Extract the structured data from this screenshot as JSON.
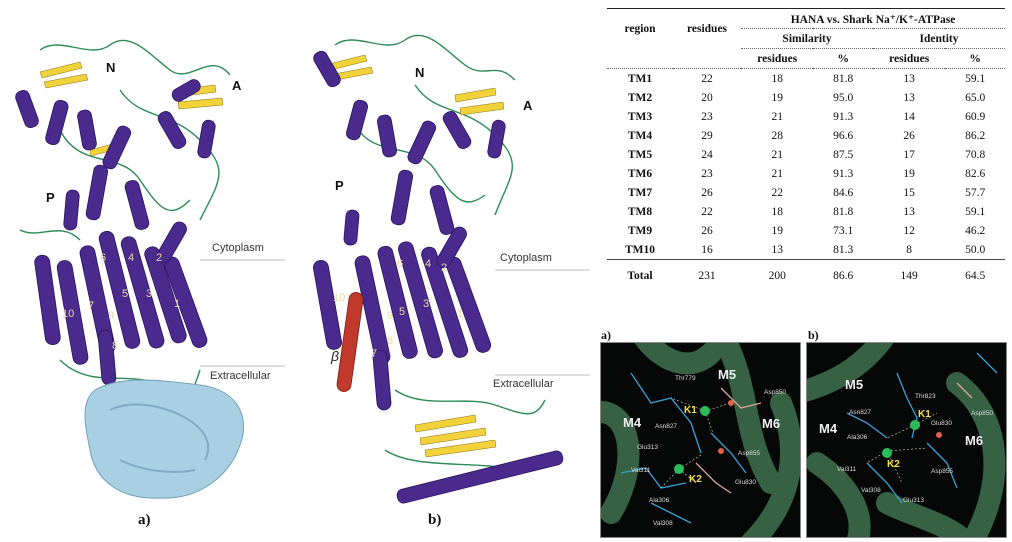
{
  "figure_left": {
    "panel_a": {
      "caption": "a)",
      "domain_labels": {
        "n": "N",
        "a": "A",
        "p": "P"
      },
      "region_labels": {
        "cytoplasm": "Cytoplasm",
        "extracellular": "Extracellular"
      },
      "tm_numbers": [
        "6",
        "4",
        "2",
        "5",
        "3",
        "1",
        "7",
        "9",
        "10",
        "8"
      ]
    },
    "panel_b": {
      "caption": "b)",
      "domain_labels": {
        "n": "N",
        "a": "A",
        "p": "P"
      },
      "region_labels": {
        "cytoplasm": "Cytoplasm",
        "extracellular": "Extracellular"
      },
      "beta_label": "β",
      "tm_numbers": [
        "6",
        "4",
        "2",
        "10",
        "5",
        "3",
        "1",
        "9",
        "7",
        "8"
      ]
    },
    "colors": {
      "helix": "#4a2a8c",
      "sheet": "#f2d23a",
      "loop": "#2e8b57",
      "surface": "#a9cfe3",
      "beta": "#c0392b"
    }
  },
  "table": {
    "title": "HANA vs. Shark Na⁺/K⁺-ATPase",
    "col_region": "region",
    "col_residues": "residues",
    "group_similarity": "Similarity",
    "group_identity": "Identity",
    "sub_residues": "residues",
    "sub_percent": "%",
    "rows": [
      {
        "region": "TM1",
        "residues": "22",
        "sim_res": "18",
        "sim_pct": "81.8",
        "id_res": "13",
        "id_pct": "59.1"
      },
      {
        "region": "TM2",
        "residues": "20",
        "sim_res": "19",
        "sim_pct": "95.0",
        "id_res": "13",
        "id_pct": "65.0"
      },
      {
        "region": "TM3",
        "residues": "23",
        "sim_res": "21",
        "sim_pct": "91.3",
        "id_res": "14",
        "id_pct": "60.9"
      },
      {
        "region": "TM4",
        "residues": "29",
        "sim_res": "28",
        "sim_pct": "96.6",
        "id_res": "26",
        "id_pct": "86.2"
      },
      {
        "region": "TM5",
        "residues": "24",
        "sim_res": "21",
        "sim_pct": "87.5",
        "id_res": "17",
        "id_pct": "70.8"
      },
      {
        "region": "TM6",
        "residues": "23",
        "sim_res": "21",
        "sim_pct": "91.3",
        "id_res": "19",
        "id_pct": "82.6"
      },
      {
        "region": "TM7",
        "residues": "26",
        "sim_res": "22",
        "sim_pct": "84.6",
        "id_res": "15",
        "id_pct": "57.7"
      },
      {
        "region": "TM8",
        "residues": "22",
        "sim_res": "18",
        "sim_pct": "81.8",
        "id_res": "13",
        "id_pct": "59.1"
      },
      {
        "region": "TM9",
        "residues": "26",
        "sim_res": "19",
        "sim_pct": "73.1",
        "id_res": "12",
        "id_pct": "46.2"
      },
      {
        "region": "TM10",
        "residues": "16",
        "sim_res": "13",
        "sim_pct": "81.3",
        "id_res": "8",
        "id_pct": "50.0"
      }
    ],
    "total": {
      "region": "Total",
      "residues": "231",
      "sim_res": "200",
      "sim_pct": "86.6",
      "id_res": "149",
      "id_pct": "64.5"
    }
  },
  "sites": {
    "a": {
      "caption": "a)",
      "helices": {
        "m5": "M5",
        "m4": "M4",
        "m6": "M6"
      },
      "ions": {
        "k1": "K1",
        "k2": "K2"
      },
      "residues": {
        "r1": "Thr779",
        "r2": "Asp850",
        "r3": "Asn827",
        "r4": "Glu313",
        "r5": "Asp855",
        "r6": "Val311",
        "r7": "Glu830",
        "r8": "Ala306",
        "r9": "Val308"
      }
    },
    "b": {
      "caption": "b)",
      "helices": {
        "m5": "M5",
        "m4": "M4",
        "m6": "M6"
      },
      "ions": {
        "k1": "K1",
        "k2": "K2"
      },
      "residues": {
        "r1": "Thr823",
        "r2": "Asp850",
        "r3": "Asn827",
        "r4": "Glu830",
        "r5": "Ala306",
        "r6": "Asp855",
        "r7": "Val311",
        "r8": "Val308",
        "r9": "Glu313"
      }
    }
  }
}
